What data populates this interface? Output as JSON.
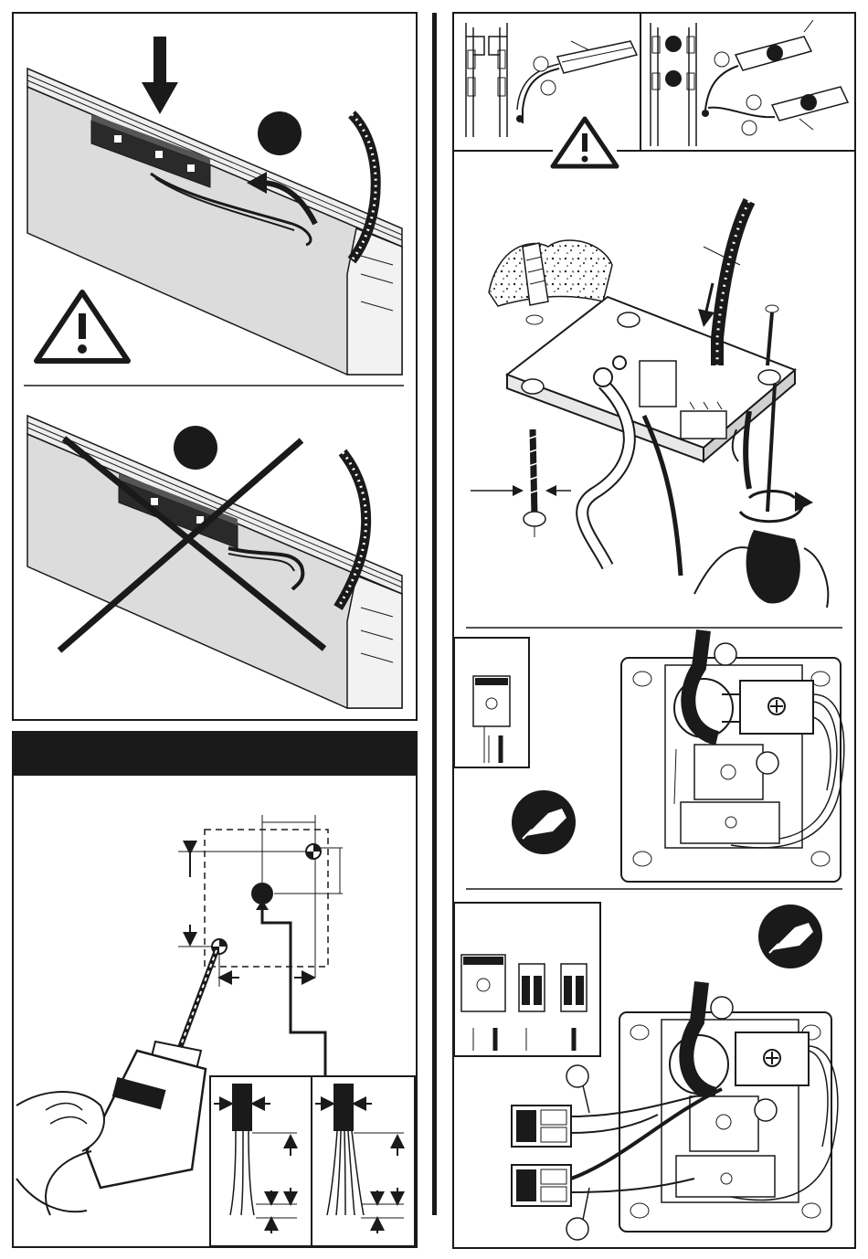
{
  "page": {
    "title": "",
    "colors": {
      "ink": "#1a1a1a",
      "panel_fill": "#dcdcdc",
      "paper": "#ffffff"
    }
  },
  "panels": {
    "rail_correct": {
      "warning_icon": "warning-triangle-icon",
      "status": "correct"
    },
    "rail_incorrect": {
      "status": "incorrect",
      "marker": "cross-out"
    },
    "drilling": {
      "header_bar": "",
      "icon": "drill-icon"
    },
    "driver_options": {
      "warning_icon": "warning-triangle-icon"
    },
    "mounting": {
      "icon": "screwdriver-icon"
    },
    "wiring_single": {
      "icon": "terminal-connector-icon"
    },
    "wiring_double": {
      "icon": "terminal-connector-icon"
    }
  }
}
